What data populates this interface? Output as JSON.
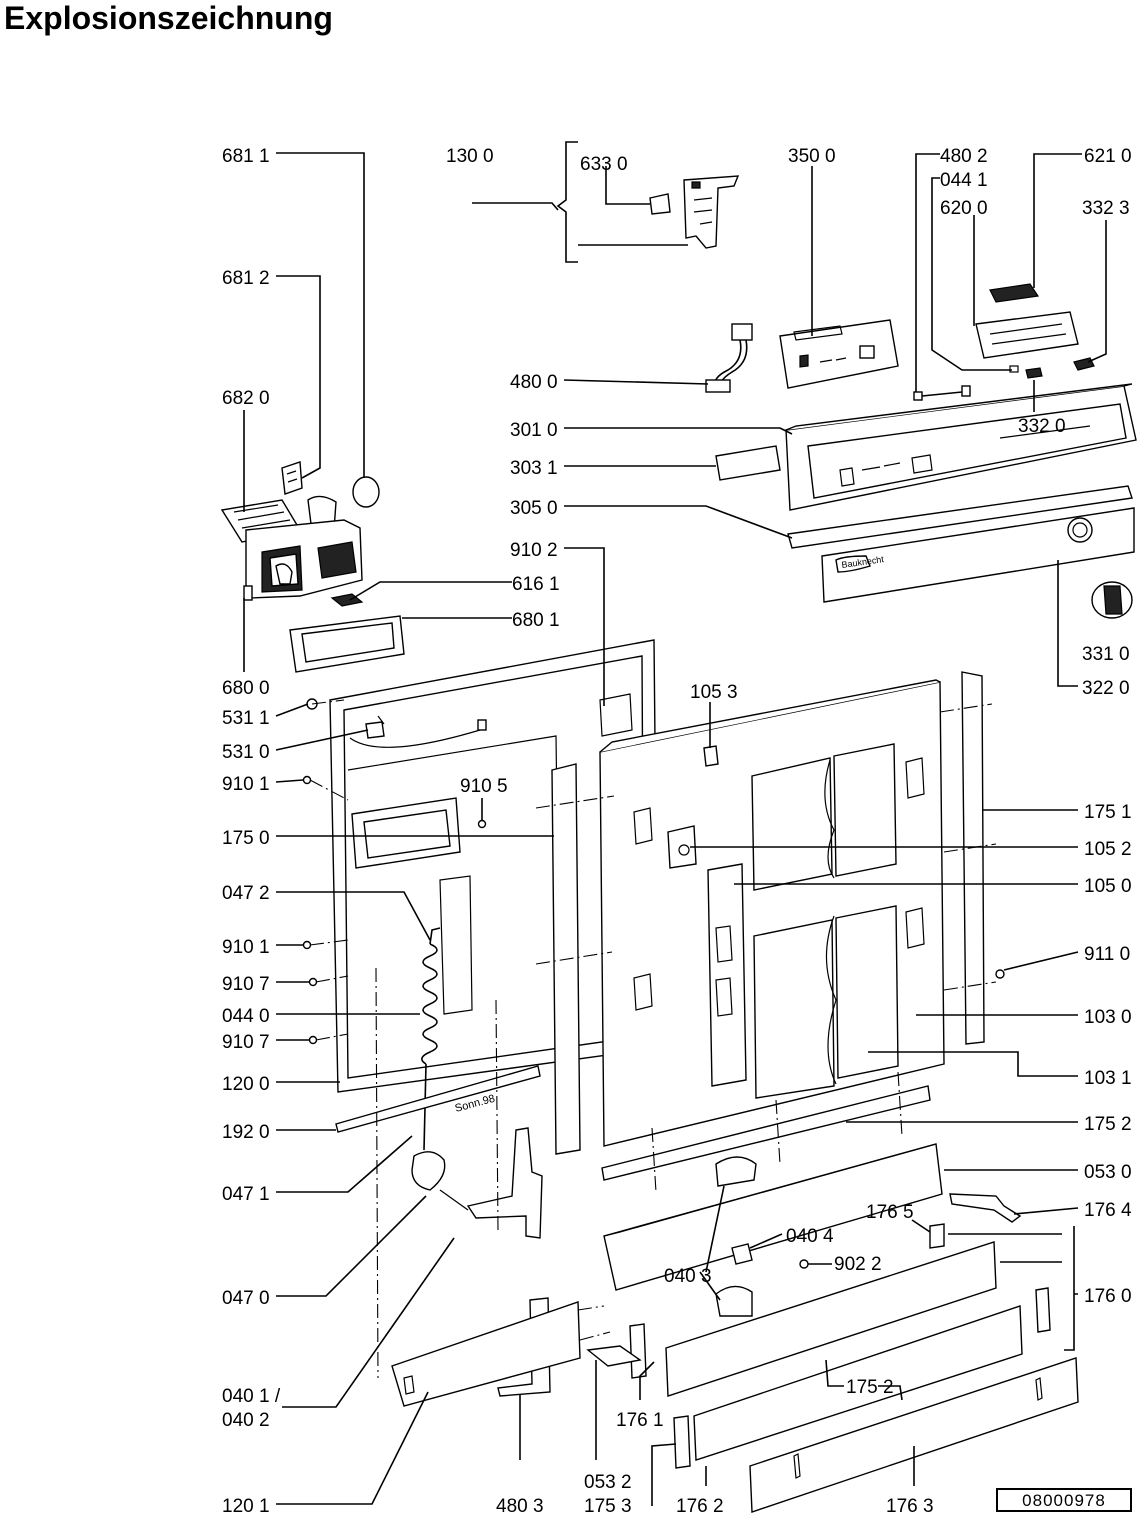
{
  "title": "Explosionszeichnung",
  "drawing_number": "08000978",
  "part_labels": {
    "p681_1": "681 1",
    "p681_2": "681 2",
    "p682_0": "682 0",
    "p680_0": "680 0",
    "p531_1": "531 1",
    "p531_0": "531 0",
    "p910_1a": "910 1",
    "p175_0": "175 0",
    "p047_2": "047 2",
    "p910_1b": "910 1",
    "p910_7a": "910 7",
    "p044_0": "044 0",
    "p910_7b": "910 7",
    "p120_0": "120 0",
    "p192_0": "192 0",
    "p047_1": "047 1",
    "p047_0": "047 0",
    "p040_1": "040 1 /",
    "p040_2": "040 2",
    "p120_1": "120 1",
    "p130_0": "130 0",
    "p633_0": "633 0",
    "p350_0": "350 0",
    "p480_2": "480 2",
    "p044_1": "044 1",
    "p620_0": "620 0",
    "p621_0": "621 0",
    "p332_3": "332 3",
    "p480_0": "480 0",
    "p301_0": "301 0",
    "p303_1": "303 1",
    "p305_0": "305 0",
    "p332_0": "332 0",
    "p910_2": "910 2",
    "p616_1": "616 1",
    "p680_1": "680 1",
    "p331_0": "331 0",
    "p322_0": "322 0",
    "p105_3": "105 3",
    "p910_5": "910 5",
    "p175_1": "175 1",
    "p105_2": "105 2",
    "p105_0": "105 0",
    "p911_0": "911 0",
    "p103_0": "103 0",
    "p103_1": "103 1",
    "p175_2a": "175 2",
    "p053_0": "053 0",
    "p176_4": "176 4",
    "p176_5": "176 5",
    "p040_4": "040 4",
    "p902_2": "902 2",
    "p040_3": "040 3",
    "p176_0": "176 0",
    "p175_2b": "175 2",
    "p176_1": "176 1",
    "p053_2": "053 2",
    "p175_3": "175 3",
    "p480_3": "480 3",
    "p176_2": "176 2",
    "p176_3": "176 3"
  },
  "panel_texts": {
    "brand": "Bauknecht",
    "stamp": "Sonn.98"
  }
}
